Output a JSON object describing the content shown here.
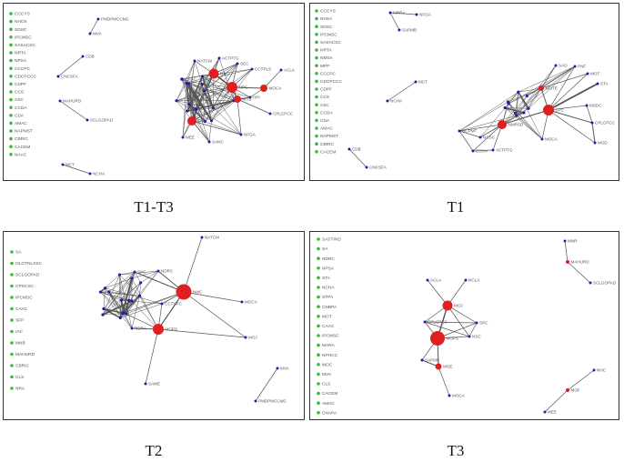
{
  "colors": {
    "node_blue": "#1f1fa8",
    "node_red": "#e02020",
    "node_green": "#3cb93c",
    "edge": "#555555"
  },
  "panels": [
    {
      "caption": "T1-T3",
      "legend": [
        "CCCYS",
        "NHOX",
        "SDSC",
        "IPCMSC",
        "SASACSC",
        "NRTA",
        "NPSA",
        "CCCPC",
        "CDCPCCC",
        "CDPF",
        "CCS",
        "ASC",
        "CCDA",
        "CDA",
        "AMAC",
        "NAPMST",
        "CBRIC",
        "CACEM",
        "NAAC"
      ],
      "nodes": [
        {
          "id": "MVA",
          "label": "MVA",
          "color": "blue"
        },
        {
          "id": "PMDPMCCMC",
          "label": "PMDPMCCMC",
          "color": "blue"
        },
        {
          "id": "CDB",
          "label": "CDB",
          "color": "blue"
        },
        {
          "id": "CNCSFA",
          "label": "CNCSFA",
          "color": "blue"
        },
        {
          "id": "MAHURD",
          "label": "MAHURD",
          "color": "blue"
        },
        {
          "id": "SCLGOPAD",
          "label": "SCLGOPAD",
          "color": "blue"
        },
        {
          "id": "MCT",
          "label": "MCT",
          "color": "blue"
        },
        {
          "id": "NCHA",
          "label": "NCHA",
          "color": "blue"
        },
        {
          "id": "NATCM",
          "label": "NATCM",
          "color": "blue"
        },
        {
          "id": "ACTPTG",
          "label": "ACTPTG",
          "color": "blue"
        },
        {
          "id": "SEC",
          "label": "SEC",
          "color": "blue"
        },
        {
          "id": "CAAC",
          "label": "CAAC",
          "color": "blue"
        },
        {
          "id": "NAC",
          "label": "NAC",
          "color": "red"
        },
        {
          "id": "CCTPLS",
          "label": "CCTPLS",
          "color": "blue"
        },
        {
          "id": "ACLA",
          "label": "ACLA",
          "color": "blue"
        },
        {
          "id": "MOCA",
          "label": "MOCA",
          "color": "red"
        },
        {
          "id": "HPI",
          "label": "HPI",
          "color": "blue"
        },
        {
          "id": "MSS",
          "label": "MSS",
          "color": "red"
        },
        {
          "id": "CPLCPCC",
          "label": "CPLCPCC",
          "color": "blue"
        },
        {
          "id": "NFGA",
          "label": "NFGA",
          "color": "blue"
        },
        {
          "id": "STA",
          "label": "STA",
          "color": "red"
        },
        {
          "id": "MEE",
          "label": "MEE",
          "color": "blue"
        },
        {
          "id": "SANC",
          "label": "SANC",
          "color": "blue"
        },
        {
          "id": "NPC",
          "label": "NPC",
          "color": "red"
        }
      ]
    },
    {
      "caption": "T1",
      "legend": [
        "CCCYS",
        "NHSA",
        "SDSC",
        "IPCMSC",
        "SASACSC",
        "NRTA",
        "NMSA",
        "MPP",
        "CCCPC",
        "CDCPCCC",
        "CDPF",
        "CCS",
        "ASC",
        "CCDA",
        "CDA",
        "AMAC",
        "NAPMST",
        "CBRIC",
        "CACEM"
      ],
      "nodes": [
        {
          "id": "MRRA",
          "label": "MRRA",
          "color": "blue"
        },
        {
          "id": "NFGA",
          "label": "NFGA",
          "color": "blue"
        },
        {
          "id": "SAPMB",
          "label": "SAPMB",
          "color": "blue"
        },
        {
          "id": "MCT",
          "label": "MCT",
          "color": "blue"
        },
        {
          "id": "NCHA",
          "label": "NCHA",
          "color": "blue"
        },
        {
          "id": "CDB",
          "label": "CDB",
          "color": "blue"
        },
        {
          "id": "CNCSFA",
          "label": "CNCSFA",
          "color": "blue"
        },
        {
          "id": "SAO",
          "label": "SAO",
          "color": "blue"
        },
        {
          "id": "PNF",
          "label": "PNF",
          "color": "blue"
        },
        {
          "id": "MOT",
          "label": "MOT",
          "color": "blue"
        },
        {
          "id": "STA",
          "label": "STA",
          "color": "blue"
        },
        {
          "id": "MSDC",
          "label": "MSDC",
          "color": "blue"
        },
        {
          "id": "SPC",
          "label": "SPC",
          "color": "red"
        },
        {
          "id": "MOCA",
          "label": "MOCA",
          "color": "blue"
        },
        {
          "id": "MOTE",
          "label": "MOTE",
          "color": "red"
        },
        {
          "id": "CPLCPCC",
          "label": "CPLCPCC",
          "color": "blue"
        },
        {
          "id": "MOD",
          "label": "MOD",
          "color": "blue"
        },
        {
          "id": "NMRSD",
          "label": "NMRSD",
          "color": "red"
        },
        {
          "id": "ACTPTG",
          "label": "ACTPTG",
          "color": "blue"
        },
        {
          "id": "ECCA",
          "label": "ECCA",
          "color": "blue"
        },
        {
          "id": "NCPMT",
          "label": "NCPMT",
          "color": "blue"
        },
        {
          "id": "NCSC",
          "label": "NCSC",
          "color": "blue"
        }
      ]
    },
    {
      "caption": "T2",
      "legend": [
        "SA",
        "OLGTNLSSC",
        "SCLGOPAD",
        "CPSCSC",
        "IPCMSC",
        "CAAC",
        "SFP",
        "IAC",
        "MNB",
        "MAHURD",
        "CBRIC",
        "CLS",
        "NRA"
      ],
      "nodes": [
        {
          "id": "NATCM",
          "label": "NATCM",
          "color": "blue"
        },
        {
          "id": "MOCA",
          "label": "MOCA",
          "color": "blue"
        },
        {
          "id": "SPC",
          "label": "SPC",
          "color": "blue"
        },
        {
          "id": "NDRC",
          "label": "NDRC",
          "color": "blue"
        },
        {
          "id": "NMC",
          "label": "NMC",
          "color": "red"
        },
        {
          "id": "CCTSPC",
          "label": "CCTSPC",
          "color": "blue"
        },
        {
          "id": "MOPS",
          "label": "MOPS",
          "color": "red"
        },
        {
          "id": "NDRA",
          "label": "NDRA",
          "color": "blue"
        },
        {
          "id": "MOJ",
          "label": "MOJ",
          "color": "blue"
        },
        {
          "id": "SAME",
          "label": "SAME",
          "color": "blue"
        },
        {
          "id": "MVA",
          "label": "MVA",
          "color": "blue"
        },
        {
          "id": "PMDPMCCMC",
          "label": "PMDPMCCMC",
          "color": "blue"
        }
      ]
    },
    {
      "caption": "T3",
      "legend": [
        "SASTIND",
        "SA",
        "NDRC",
        "NPSA",
        "STA",
        "NCHA",
        "STPA",
        "CNBPA",
        "MOT",
        "CAAC",
        "IPCMSC",
        "MARA",
        "NPHCC",
        "MOC",
        "MVA",
        "CLS",
        "CACEM",
        "AMAC",
        "CNAPA"
      ],
      "nodes": [
        {
          "id": "MNR",
          "label": "MNR",
          "color": "blue"
        },
        {
          "id": "MAHURD",
          "label": "MAHURD",
          "color": "red"
        },
        {
          "id": "SCLGOPAD",
          "label": "SCLGOPAD",
          "color": "blue"
        },
        {
          "id": "ACLA",
          "label": "ACLA",
          "color": "blue"
        },
        {
          "id": "NCLA",
          "label": "NCLA",
          "color": "blue"
        },
        {
          "id": "MOJ",
          "label": "MOJ",
          "color": "red"
        },
        {
          "id": "CPLCPCC",
          "label": "CPLCPCC",
          "color": "blue"
        },
        {
          "id": "SPC",
          "label": "SPC",
          "color": "blue"
        },
        {
          "id": "MOPS",
          "label": "MOPS",
          "color": "red"
        },
        {
          "id": "SAPMB",
          "label": "SAPMB",
          "color": "blue"
        },
        {
          "id": "NSC",
          "label": "NSC",
          "color": "blue"
        },
        {
          "id": "MOE",
          "label": "MOE",
          "color": "red"
        },
        {
          "id": "MOCA",
          "label": "MOCA",
          "color": "blue"
        },
        {
          "id": "NHC",
          "label": "NHC",
          "color": "blue"
        },
        {
          "id": "MOF",
          "label": "MOF",
          "color": "red"
        },
        {
          "id": "MEE",
          "label": "MEE",
          "color": "blue"
        }
      ]
    }
  ]
}
